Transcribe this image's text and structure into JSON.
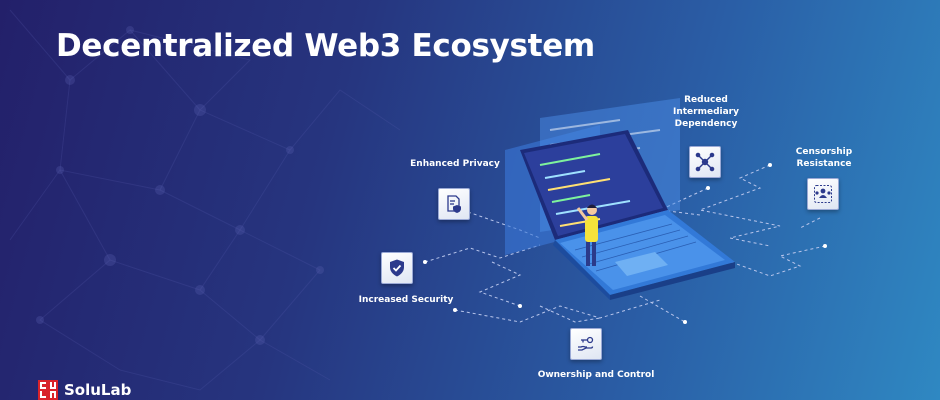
{
  "title": "Decentralized Web3 Ecosystem",
  "features": {
    "reduced_intermediary": "Reduced Intermediary Dependency",
    "censorship_resistance": "Censorship Resistance",
    "enhanced_privacy": "Enhanced Privacy",
    "increased_security": "Increased Security",
    "ownership_control": "Ownership and Control"
  },
  "icons": {
    "reduced_intermediary": "network-nodes-icon",
    "censorship_resistance": "people-group-icon",
    "enhanced_privacy": "document-shield-icon",
    "increased_security": "shield-check-icon",
    "ownership_control": "hand-key-icon"
  },
  "brand": {
    "name": "SoluLab"
  },
  "colors": {
    "accent": "#3b4a9e",
    "icon_stroke": "#2c3a8c",
    "logo_red": "#d8232a",
    "laptop": "#2f6fd6",
    "person_shirt": "#f5e23a"
  }
}
